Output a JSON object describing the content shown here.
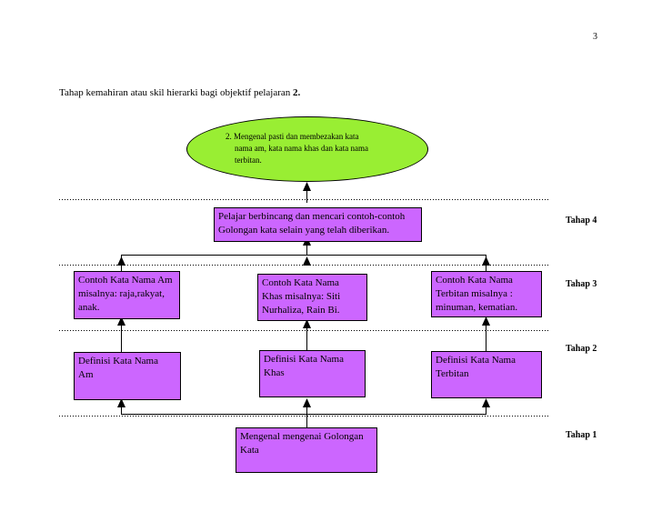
{
  "page": {
    "number": "3"
  },
  "heading": {
    "text": "Tahap kemahiran atau skil hierarki bagi objektif pelajaran ",
    "number": "2."
  },
  "objective": {
    "lines": [
      "2. Mengenal pasti dan membezakan kata",
      "nama am, kata nama khas dan kata nama",
      "terbitan."
    ],
    "color": "#99ee33"
  },
  "stages": {
    "tahap4": "Tahap 4",
    "tahap3": "Tahap 3",
    "tahap2": "Tahap 2",
    "tahap1": "Tahap 1"
  },
  "boxes": {
    "tahap4": {
      "line1": "Pelajar berbincang dan mencari contoh-contoh",
      "line2": "Golongan kata selain yang telah diberikan."
    },
    "contoh_am": {
      "line1": "Contoh Kata Nama Am",
      "line2": "misalnya: raja,rakyat,",
      "line3": "anak."
    },
    "contoh_khas": {
      "line1": "Contoh Kata Nama",
      "line2": "Khas misalnya: Siti",
      "line3": "Nurhaliza, Rain Bi."
    },
    "contoh_terbitan": {
      "line1": "Contoh Kata Nama",
      "line2": "Terbitan misalnya :",
      "line3": "minuman, kematian."
    },
    "definisi_am": {
      "line1": "Definisi Kata Nama",
      "line2": "Am"
    },
    "definisi_khas": {
      "line1": "Definisi Kata Nama",
      "line2": "Khas"
    },
    "definisi_terbitan": {
      "line1": "Definisi Kata Nama",
      "line2": "Terbitan"
    },
    "tahap1": {
      "line1": "Mengenal mengenai Golongan",
      "line2": "Kata"
    },
    "color": "#cc66ff"
  }
}
